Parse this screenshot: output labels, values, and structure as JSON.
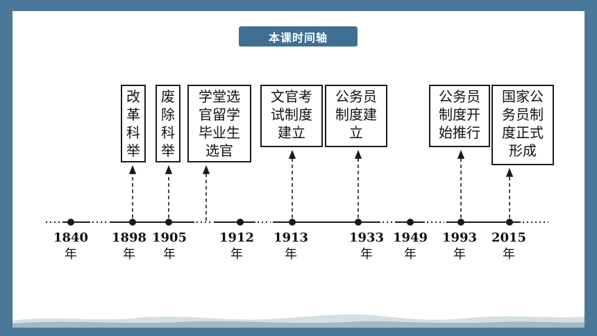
{
  "title": "本课时间轴",
  "years": [
    {
      "year": "1840",
      "unit": "年"
    },
    {
      "year": "1898",
      "unit": "年"
    },
    {
      "year": "1905",
      "unit": "年"
    },
    {
      "year": "1912",
      "unit": "年"
    },
    {
      "year": "1913",
      "unit": "年"
    },
    {
      "year": "1933",
      "unit": "年"
    },
    {
      "year": "1949",
      "unit": "年"
    },
    {
      "year": "1993",
      "unit": "年"
    },
    {
      "year": "2015",
      "unit": "年"
    }
  ],
  "events": [
    {
      "lines": [
        "改",
        "革",
        "科",
        "举"
      ]
    },
    {
      "lines": [
        "废",
        "除",
        "科",
        "举"
      ]
    },
    {
      "lines": [
        "学堂选",
        "官留学",
        "毕业生",
        "选官"
      ]
    },
    {
      "lines": [
        "文官考",
        "试制度",
        "建立"
      ]
    },
    {
      "lines": [
        "公务员",
        "制度建",
        "立"
      ]
    },
    {
      "lines": [
        "公务员",
        "制度开",
        "始推行"
      ]
    },
    {
      "lines": [
        "国家公",
        "务员制",
        "度正式",
        "形成"
      ]
    }
  ],
  "colors": {
    "frame": "#4a7898",
    "badge": "#3f6f92",
    "line": "#1a1a1a"
  }
}
